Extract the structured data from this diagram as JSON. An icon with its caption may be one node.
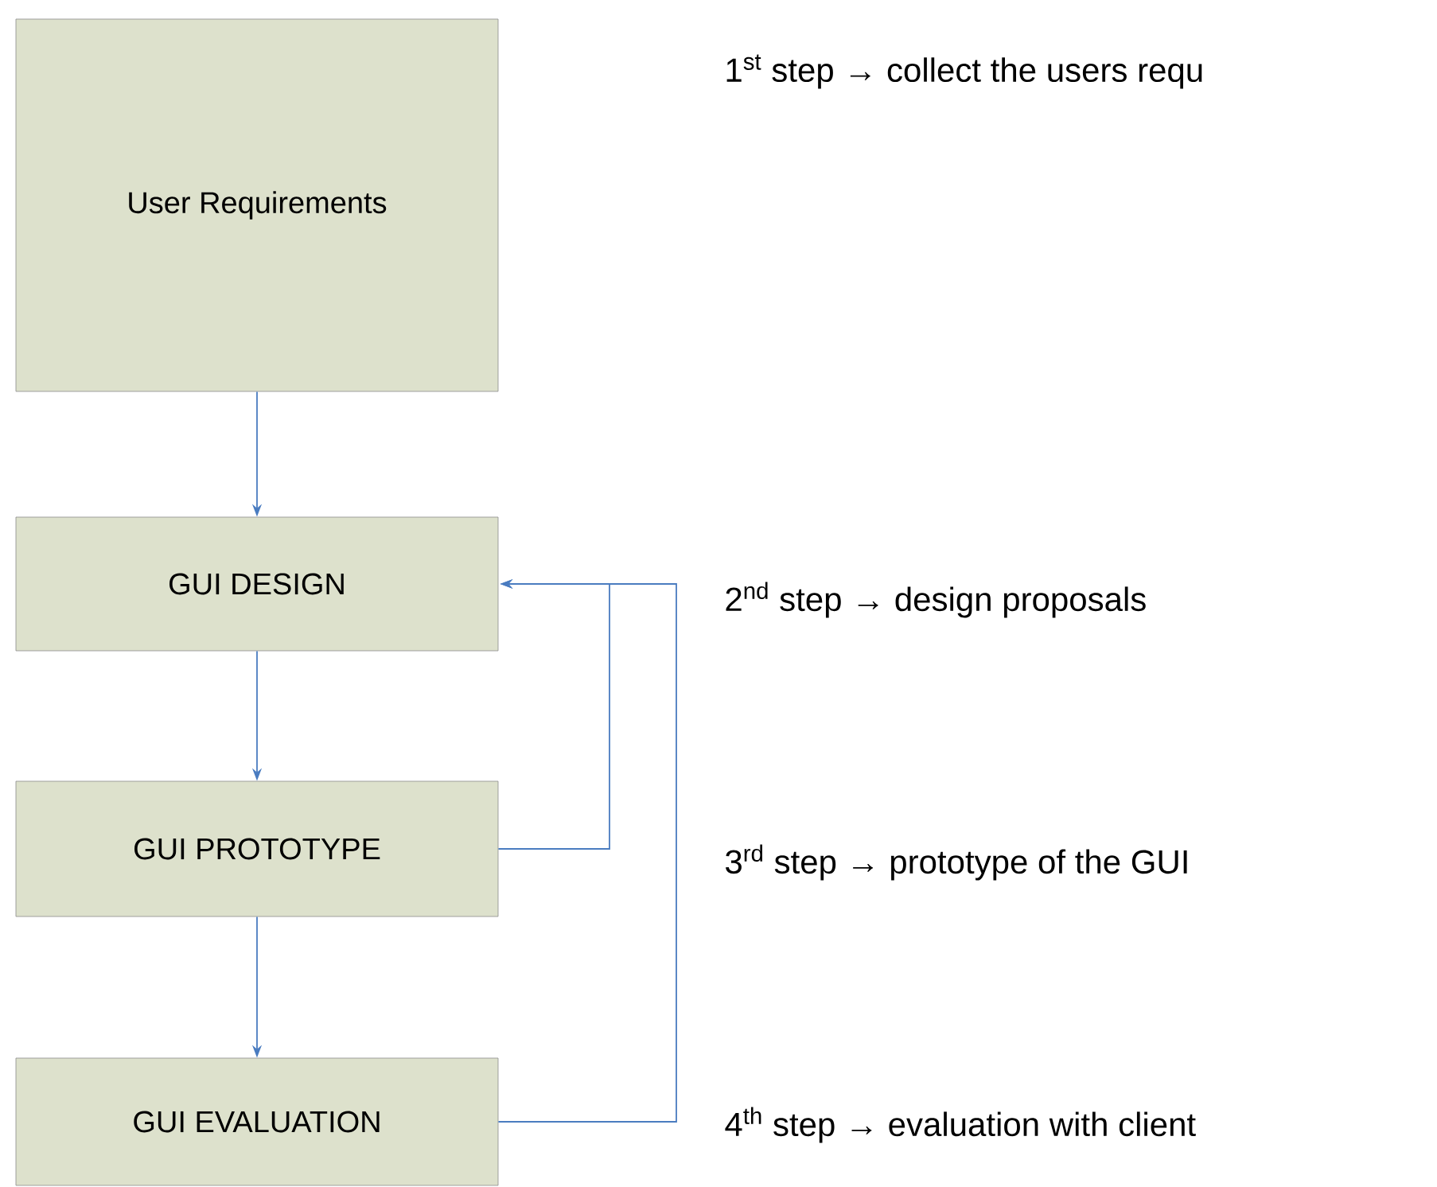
{
  "diagram": {
    "nodes": [
      {
        "text": [
          "User Requirements"
        ]
      },
      {
        "text": [
          "GUI DESIGN"
        ]
      },
      {
        "text": [
          "GUI PROTOTYPE"
        ]
      },
      {
        "text": [
          "GUI EVALUATION"
        ]
      }
    ],
    "edges": [
      {
        "from": 0,
        "to": 1,
        "arrow": "to"
      },
      {
        "from": 1,
        "to": 2,
        "arrow": "to"
      },
      {
        "from": 2,
        "to": 3,
        "arrow": "to"
      },
      {
        "from": 2,
        "to": 1,
        "arrow": "to"
      },
      {
        "from": 3,
        "to": 1,
        "arrow": "to"
      }
    ],
    "labels": [
      "1$^{st}$ step → collect the users requ",
      "2$^{nd}$ step → design proposals",
      "3$^{rd}$ step → prototype of the GUI",
      "4$^{th}$ step → evaluation with client"
    ]
  }
}
